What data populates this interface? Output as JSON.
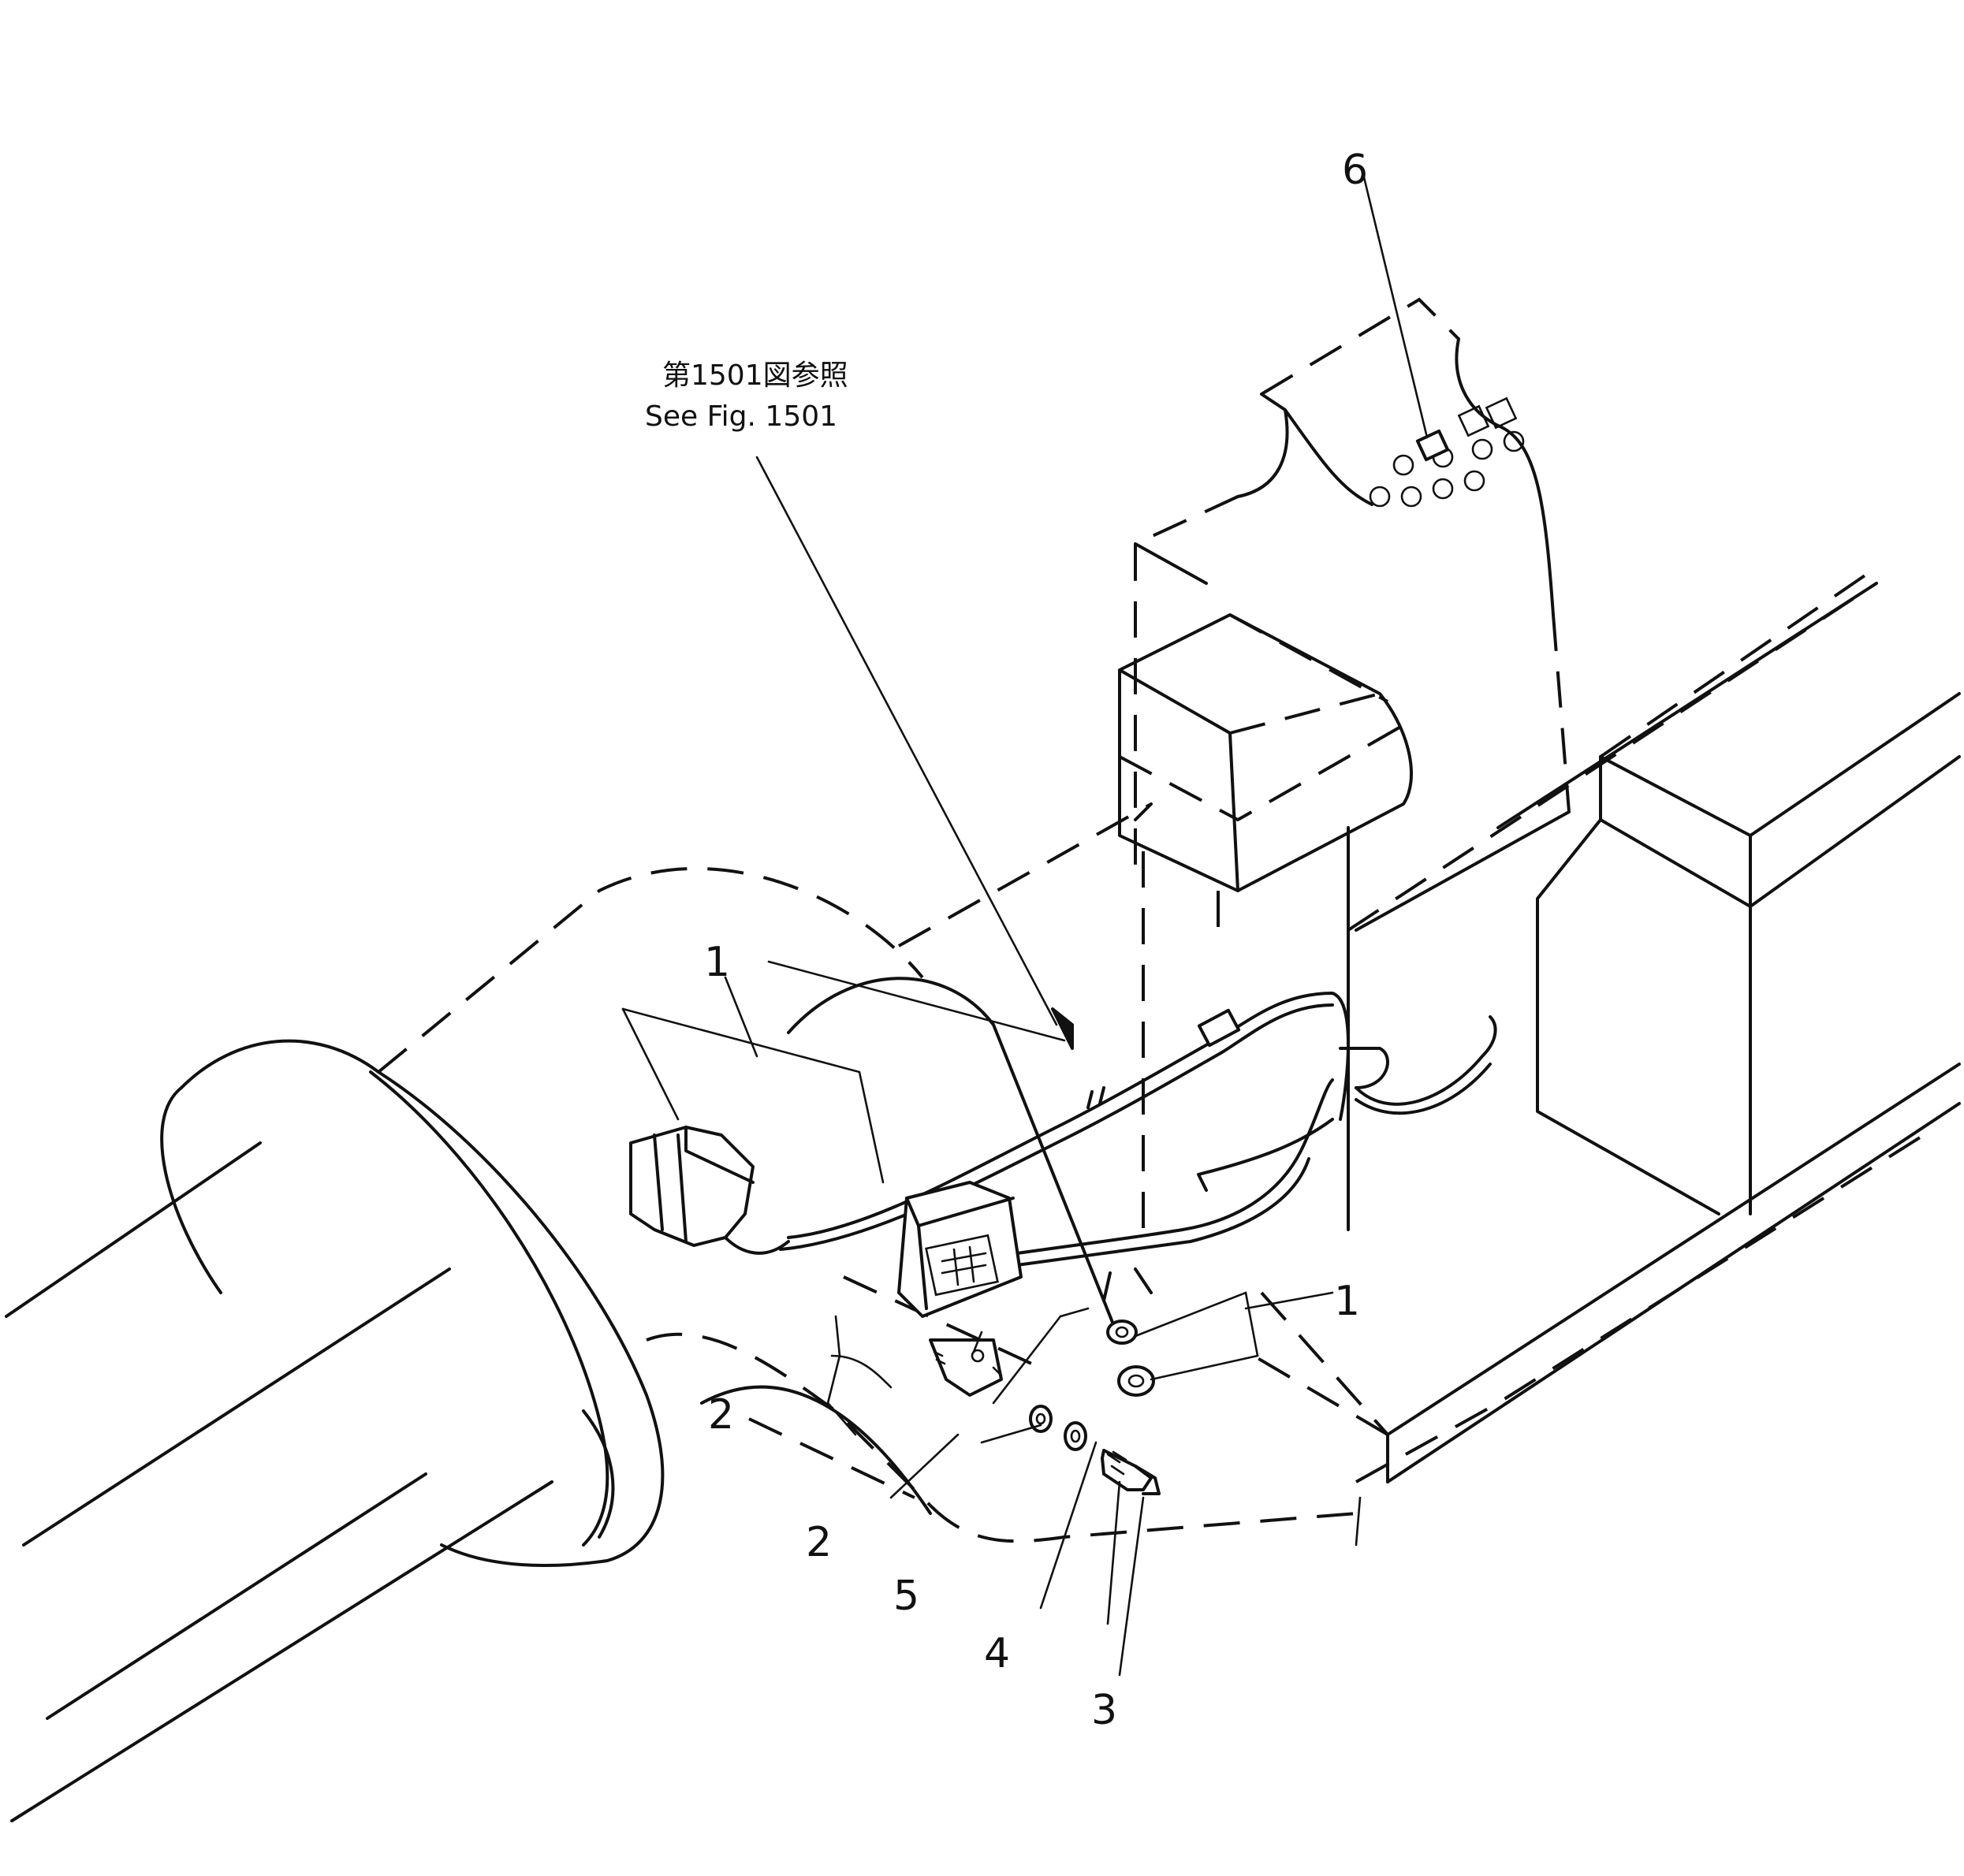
{
  "note": {
    "line_ja": "第1501図参照",
    "line_en": "See Fig. 1501"
  },
  "callouts": {
    "c1_upper": "1",
    "c1_right": "1",
    "c2_left": "2",
    "c2_lower": "2",
    "c3": "3",
    "c4": "4",
    "c5": "5",
    "c6": "6"
  }
}
